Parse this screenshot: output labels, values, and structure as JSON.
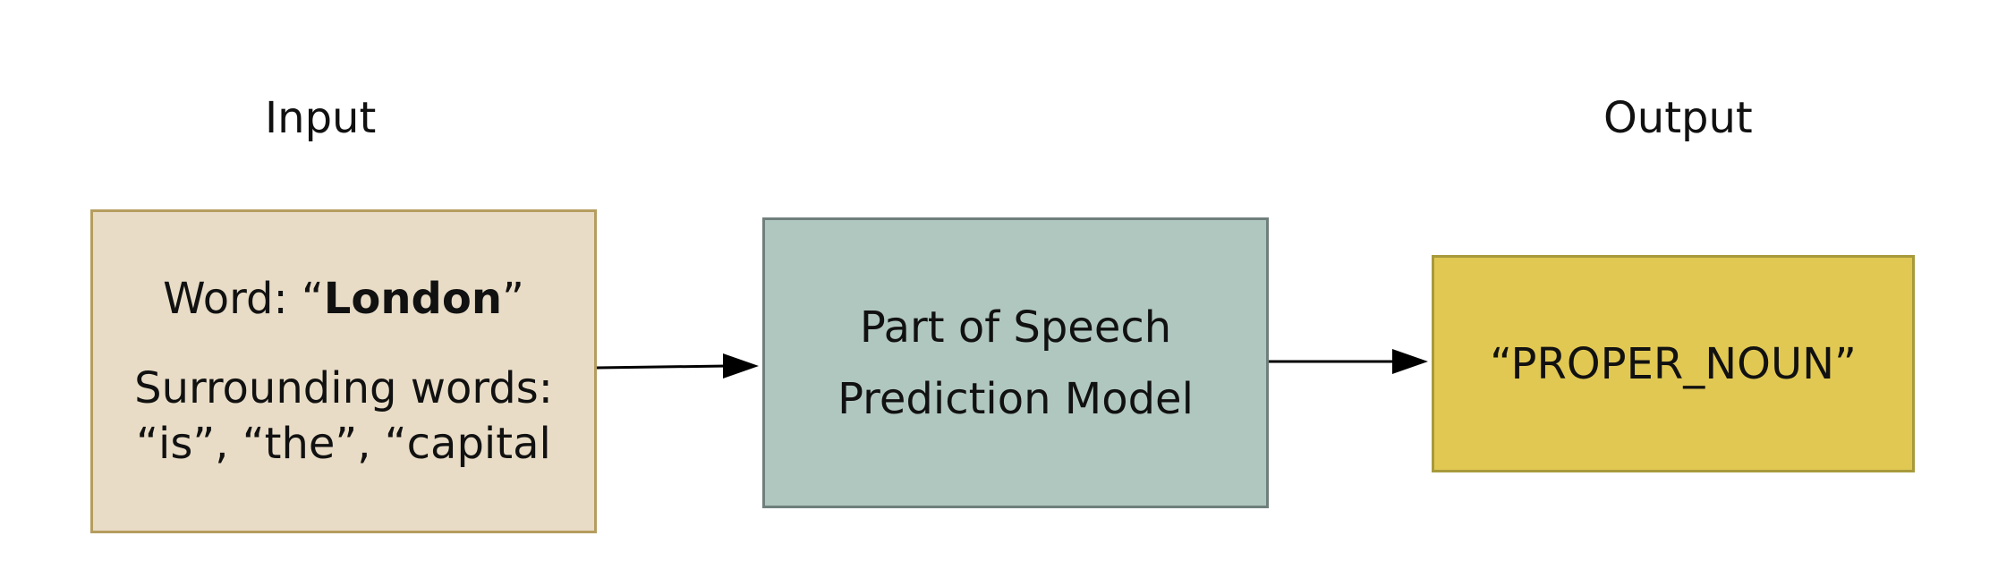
{
  "headings": {
    "input": "Input",
    "output": "Output"
  },
  "input_box": {
    "word_prefix": "Word: “",
    "word": "London",
    "word_suffix": "”",
    "surrounding_label": "Surrounding words:",
    "surrounding_words": "“is”, “the”, “capital"
  },
  "model_box": {
    "line1": "Part of Speech",
    "line2": "Prediction Model"
  },
  "output_box": {
    "label": "“PROPER_NOUN”"
  },
  "colors": {
    "input_fill": "#e8dcc6",
    "input_border": "#b59d5f",
    "model_fill": "#b0c7c0",
    "model_border": "#6f7f7b",
    "output_fill": "#e1c852",
    "output_border": "#a79a3c",
    "arrow": "#000000"
  }
}
